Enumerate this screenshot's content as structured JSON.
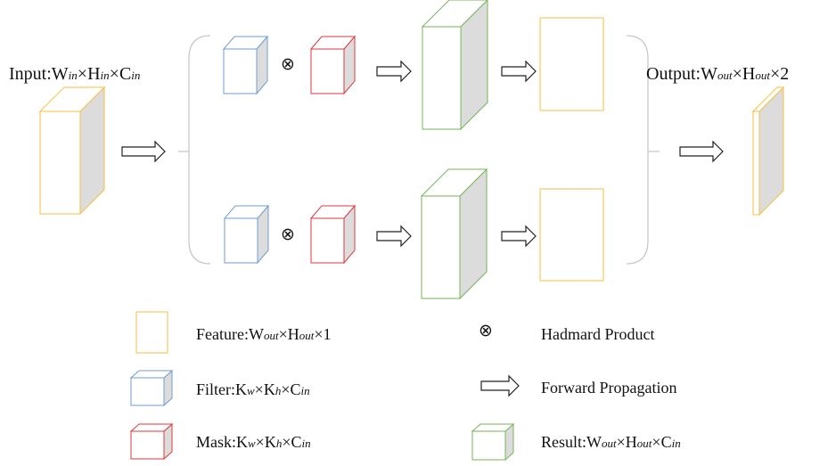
{
  "input_label": {
    "prefix": "Input:",
    "w": "W",
    "w_sub": "in",
    "times1": "×",
    "h": "H",
    "h_sub": "in",
    "times2": "×",
    "c": "C",
    "c_sub": "in"
  },
  "output_label": {
    "prefix": "Output:",
    "w": "W",
    "w_sub": "out",
    "times1": "×",
    "h": "H",
    "h_sub": "out",
    "times2": "×",
    "n": "2"
  },
  "hadamard_symbol": "⊗",
  "legend": {
    "feature": {
      "prefix": "Feature:",
      "w": "W",
      "w_sub": "out",
      "times1": "×",
      "h": "H",
      "h_sub": "out",
      "times2": "×",
      "n": "1"
    },
    "filter": {
      "prefix": "Filter:",
      "k1": "K",
      "k1_sub": "w",
      "times1": "×",
      "k2": "K",
      "k2_sub": "h",
      "times2": "×",
      "c": "C",
      "c_sub": "in"
    },
    "mask": {
      "prefix": "Mask:",
      "k1": "K",
      "k1_sub": "w",
      "times1": "×",
      "k2": "K",
      "k2_sub": "h",
      "times2": "×",
      "c": "C",
      "c_sub": "in"
    },
    "hadamard": {
      "symbol": "⊗",
      "label": "Hadmard Product"
    },
    "forward": {
      "label": "Forward Propagation"
    },
    "result": {
      "prefix": "Result:",
      "w": "W",
      "w_sub": "out",
      "times1": "×",
      "h": "H",
      "h_sub": "out",
      "times2": "×",
      "c": "C",
      "c_sub": "in"
    }
  },
  "colors": {
    "feature": "#f5c242",
    "filter": "#6e9ed0",
    "mask": "#e03a3e",
    "result": "#7ab35a",
    "side_face": "#dcdcdc",
    "bracket": "#c8c8c8",
    "arrow": "#222222"
  }
}
